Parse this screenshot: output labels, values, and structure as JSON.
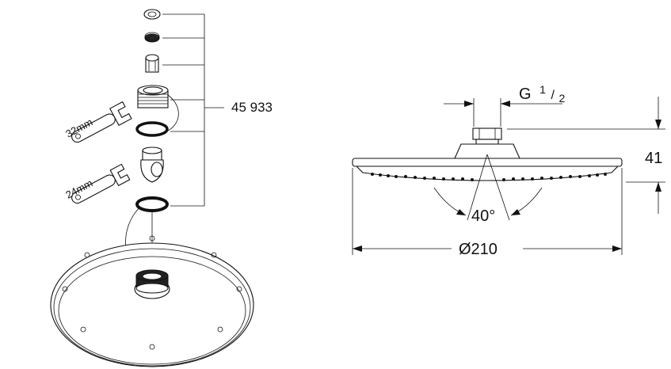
{
  "exploded_view": {
    "part_number": "45 933",
    "wrench_large_label": "32mm",
    "wrench_small_label": "24mm"
  },
  "side_view": {
    "thread_label_prefix": "G",
    "thread_fraction_numerator": "1",
    "thread_fraction_denominator": "2",
    "height_value": "41",
    "spray_angle": "40°",
    "diameter": "Ø210"
  }
}
